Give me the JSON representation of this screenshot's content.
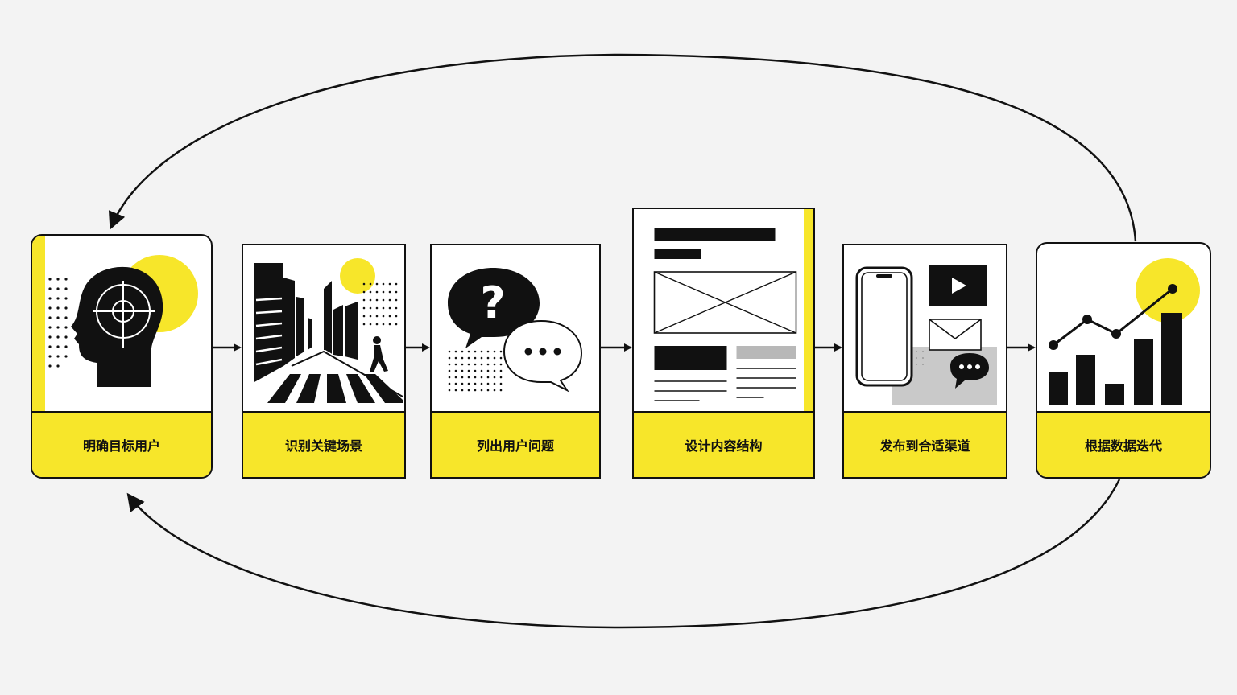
{
  "colors": {
    "accent": "#f7e62a",
    "ink": "#111111",
    "background": "#f3f3f3",
    "card": "#ffffff",
    "gray": "#b8b8b8"
  },
  "steps": [
    {
      "label": "明确目标用户",
      "icon": "head-target-icon"
    },
    {
      "label": "识别关键场景",
      "icon": "city-street-icon"
    },
    {
      "label": "列出用户问题",
      "icon": "question-chat-icon"
    },
    {
      "label": "设计内容结构",
      "icon": "page-wireframe-icon"
    },
    {
      "label": "发布到合适渠道",
      "icon": "multichannel-icon"
    },
    {
      "label": "根据数据迭代",
      "icon": "growth-chart-icon"
    }
  ]
}
